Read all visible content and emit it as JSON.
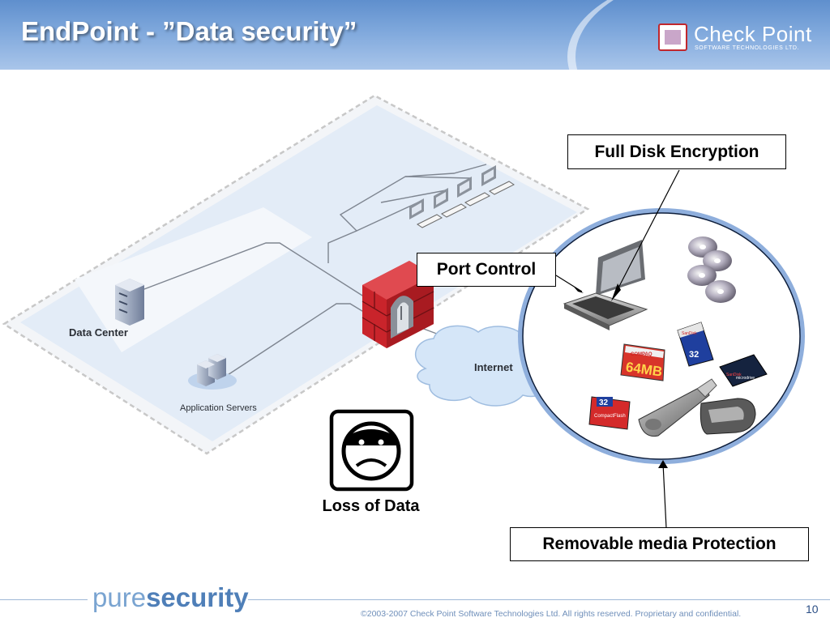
{
  "slide": {
    "title": "EndPoint - ”Data security”",
    "brand_name": "Check Point",
    "brand_sub": "SOFTWARE TECHNOLOGIES LTD."
  },
  "diagram": {
    "data_center_label": "Data Center",
    "app_servers_label": "Application Servers",
    "internet_label": "Internet",
    "loss_label": "Loss of Data",
    "media_labels": {
      "cf_64": "64MB",
      "cf_64_brand": "COMPAQ",
      "sd_32": "32",
      "sd_brand": "SanDisk",
      "cf_32": "32",
      "cf_32_text": "CompactFlash",
      "md_brand": "SanDisk",
      "md_text": "microdrive"
    }
  },
  "callouts": {
    "full_disk": "Full Disk Encryption",
    "port_control": "Port Control",
    "removable": "Removable media Protection"
  },
  "footer": {
    "logo_pure": "pure",
    "logo_security": "security",
    "copyright": "©2003-2007 Check Point Software Technologies Ltd. All rights reserved. Proprietary and confidential.",
    "page_number": "10"
  }
}
